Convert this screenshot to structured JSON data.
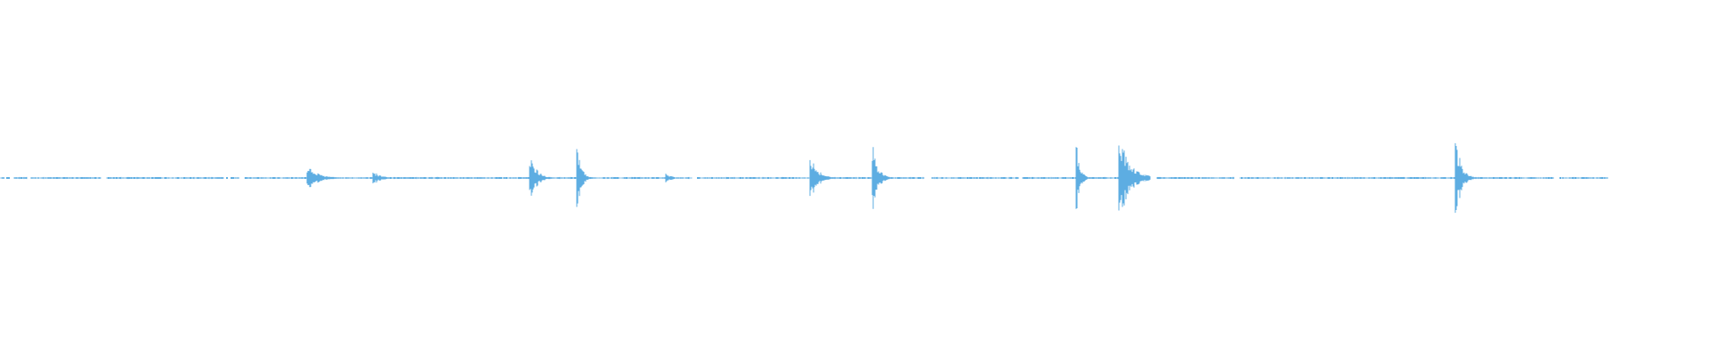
{
  "waveform": {
    "color": "#5dade2",
    "background": "#ffffff",
    "duration_fraction_drawn": 0.99,
    "events": [
      {
        "t": 0.181,
        "amp": 0.03,
        "spread": 0.006
      },
      {
        "t": 0.219,
        "amp": 0.018,
        "spread": 0.004
      },
      {
        "t": 0.311,
        "amp": 0.055,
        "spread": 0.004
      },
      {
        "t": 0.338,
        "amp": 0.11,
        "spread": 0.002
      },
      {
        "t": 0.39,
        "amp": 0.015,
        "spread": 0.003
      },
      {
        "t": 0.475,
        "amp": 0.06,
        "spread": 0.004
      },
      {
        "t": 0.511,
        "amp": 0.09,
        "spread": 0.003
      },
      {
        "t": 0.63,
        "amp": 0.095,
        "spread": 0.002
      },
      {
        "t": 0.656,
        "amp": 0.105,
        "spread": 0.006
      },
      {
        "t": 0.852,
        "amp": 0.12,
        "spread": 0.003
      }
    ],
    "gaps": [
      [
        0.003,
        0.008
      ],
      [
        0.016,
        0.018
      ],
      [
        0.059,
        0.062
      ],
      [
        0.131,
        0.137
      ],
      [
        0.14,
        0.143
      ],
      [
        0.405,
        0.408
      ],
      [
        0.541,
        0.545
      ],
      [
        0.596,
        0.598
      ],
      [
        0.673,
        0.677
      ],
      [
        0.722,
        0.725
      ],
      [
        0.909,
        0.914
      ],
      [
        0.972,
        0.975
      ]
    ]
  }
}
